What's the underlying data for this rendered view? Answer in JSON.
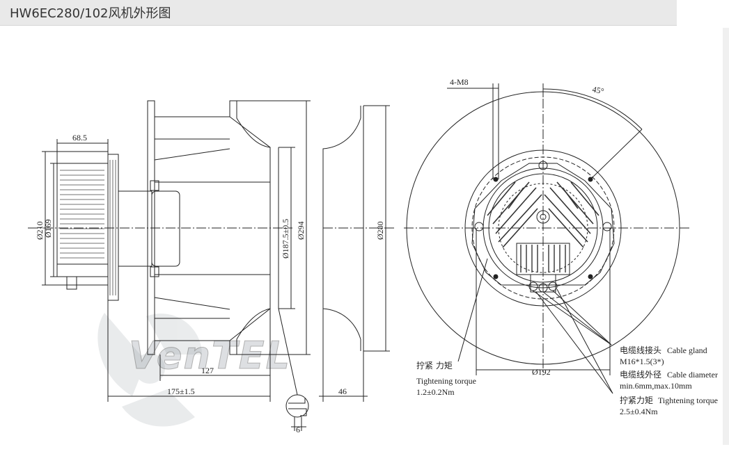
{
  "header": {
    "title": "HW6EC280/102风机外形图"
  },
  "watermark": {
    "text": "VenTEL"
  },
  "dimensions": {
    "d_68_5": "68.5",
    "d_210": "Ø210",
    "d_169": "Ø169",
    "d_187_5": "Ø187.5±0.5",
    "d_294": "Ø294",
    "d_280": "Ø280",
    "d_127": "127",
    "d_175": "175±1.5",
    "d_46": "46",
    "d_6": "6",
    "d_192": "Ø192",
    "thread": "4-M8",
    "angle": "45°"
  },
  "notes": {
    "tight_cn": "拧紧  力矩",
    "tight_en": "Tightening torque",
    "tight_val": "1.2±0.2Nm",
    "gland_cn": "电缆线接头",
    "gland_en": "Cable gland",
    "gland_val": "M16*1.5(3*)",
    "cable_cn": "电缆线外径",
    "cable_en": "Cable diameter",
    "cable_val": "min.6mm,max.10mm",
    "torque_cn": "拧紧力矩",
    "torque_en": "Tightening torque",
    "torque_val": "2.5±0.4Nm"
  },
  "colors": {
    "line": "#222222",
    "title_bg": "#e9e9e9"
  }
}
